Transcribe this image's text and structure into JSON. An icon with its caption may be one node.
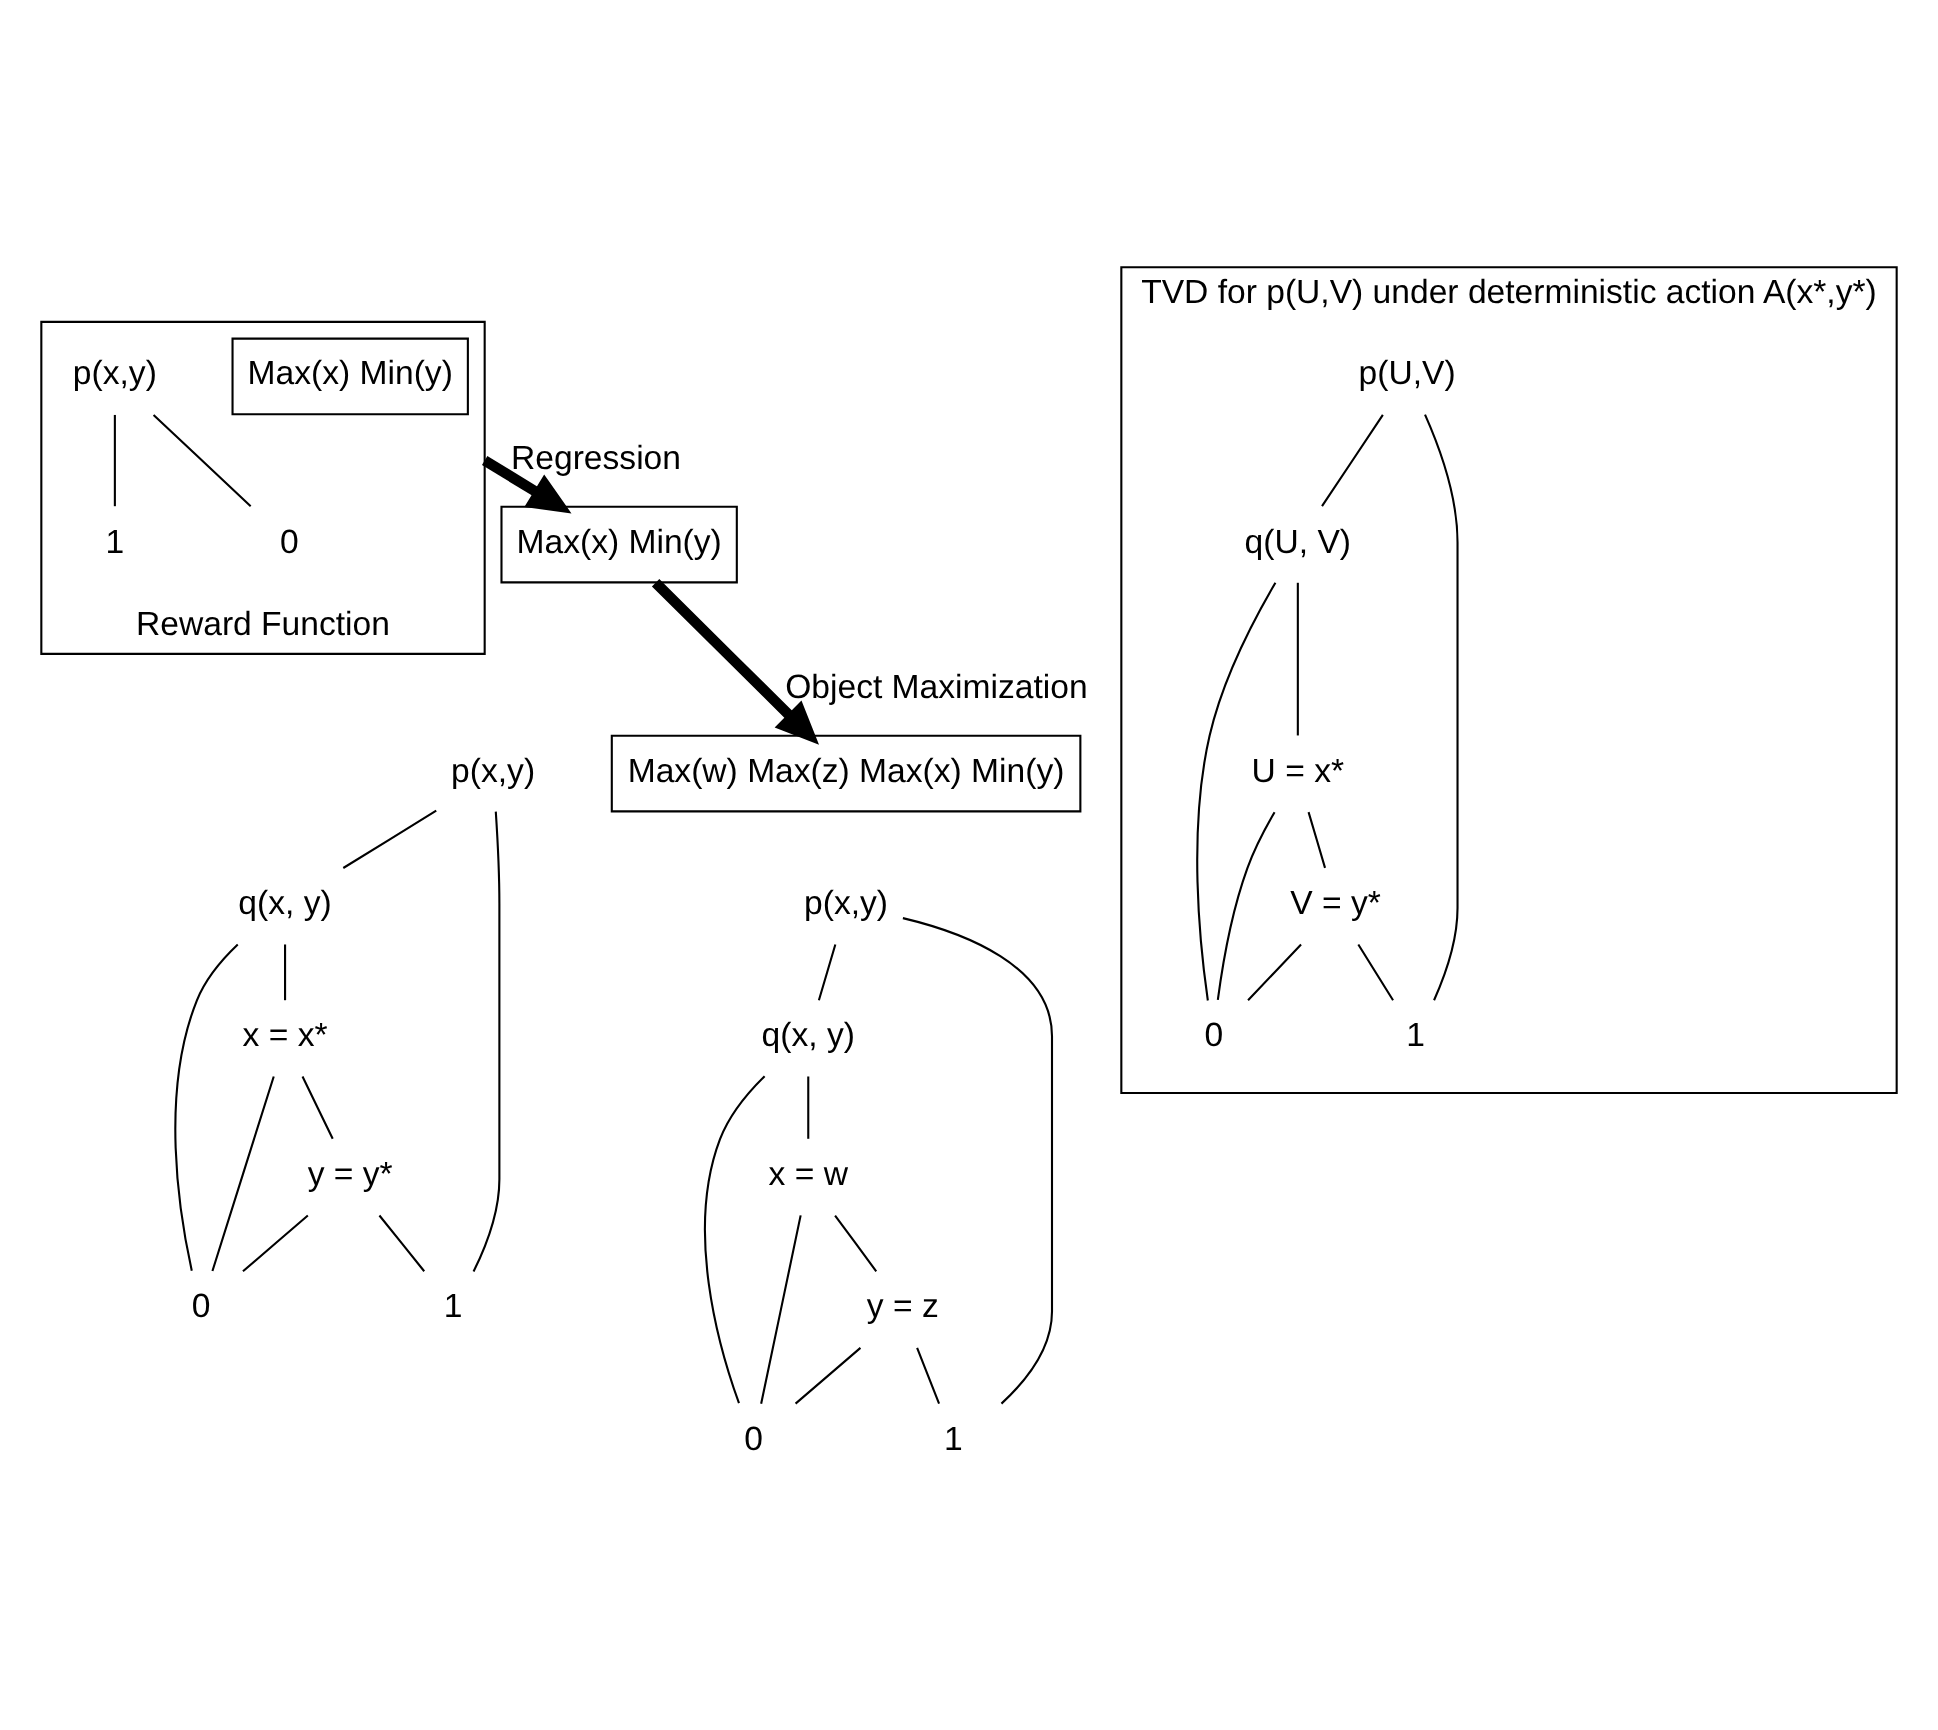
{
  "diagram": {
    "nodes": [
      {
        "text": [
          "Reward Function"
        ]
      },
      {
        "text": [
          "Max(x) Min(y)"
        ],
        "in": 0
      },
      {
        "text": [
          "p(x,y)"
        ],
        "in": 0
      },
      {
        "text": [
          "1"
        ],
        "in": 0
      },
      {
        "text": [
          "0"
        ],
        "in": 0
      },
      {
        "text": [
          "Max(x) Min(y)"
        ]
      },
      {
        "text": [
          "p(x,y)"
        ]
      },
      {
        "text": [
          "q(x, y)"
        ]
      },
      {
        "text": [
          "x = x*"
        ]
      },
      {
        "text": [
          "y = y*"
        ]
      },
      {
        "text": [
          "1"
        ]
      },
      {
        "text": [
          "0"
        ]
      },
      {
        "text": [
          "Max(w) Max(z) Max(x) Min(y)"
        ]
      },
      {
        "text": [
          "p(x,y)"
        ]
      },
      {
        "text": [
          "q(x, y)"
        ]
      },
      {
        "text": [
          "x = w"
        ]
      },
      {
        "text": [
          "y = z"
        ]
      },
      {
        "text": [
          "1"
        ]
      },
      {
        "text": [
          "0"
        ]
      },
      {
        "text": [
          "TVD for p(U,V) under deterministic action A(x*,y*)"
        ]
      },
      {
        "text": [
          "p(U,V)"
        ],
        "in": 19
      },
      {
        "text": [
          "q(U, V)"
        ],
        "in": 19
      },
      {
        "text": [
          "U = x*"
        ],
        "in": 19
      },
      {
        "text": [
          "V = y*"
        ],
        "in": 19
      },
      {
        "text": [
          "1"
        ],
        "in": 19
      },
      {
        "text": [
          "0"
        ],
        "in": 19
      }
    ],
    "edges": [
      {
        "from": 2,
        "to": 3,
        "arrow": "none"
      },
      {
        "from": 2,
        "to": 4,
        "arrow": "none"
      },
      {
        "from": 0,
        "to": 5,
        "arrow": "to",
        "label": "Regression",
        "style": "thick"
      },
      {
        "from": 6,
        "to": 7,
        "arrow": "none"
      },
      {
        "from": 6,
        "to": 10,
        "arrow": "none"
      },
      {
        "from": 7,
        "to": 8,
        "arrow": "none"
      },
      {
        "from": 7,
        "to": 11,
        "arrow": "none"
      },
      {
        "from": 8,
        "to": 9,
        "arrow": "none"
      },
      {
        "from": 8,
        "to": 11,
        "arrow": "none"
      },
      {
        "from": 9,
        "to": 10,
        "arrow": "none"
      },
      {
        "from": 9,
        "to": 11,
        "arrow": "none"
      },
      {
        "from": 5,
        "to": 12,
        "arrow": "to",
        "label": "Object Maximization",
        "style": "thick"
      },
      {
        "from": 13,
        "to": 14,
        "arrow": "none"
      },
      {
        "from": 13,
        "to": 17,
        "arrow": "none"
      },
      {
        "from": 14,
        "to": 15,
        "arrow": "none"
      },
      {
        "from": 14,
        "to": 18,
        "arrow": "none"
      },
      {
        "from": 15,
        "to": 16,
        "arrow": "none"
      },
      {
        "from": 15,
        "to": 18,
        "arrow": "none"
      },
      {
        "from": 16,
        "to": 17,
        "arrow": "none"
      },
      {
        "from": 16,
        "to": 18,
        "arrow": "none"
      },
      {
        "from": 20,
        "to": 21,
        "arrow": "none"
      },
      {
        "from": 20,
        "to": 24,
        "arrow": "none"
      },
      {
        "from": 21,
        "to": 22,
        "arrow": "none"
      },
      {
        "from": 21,
        "to": 25,
        "arrow": "none"
      },
      {
        "from": 22,
        "to": 23,
        "arrow": "none"
      },
      {
        "from": 22,
        "to": 25,
        "arrow": "none"
      },
      {
        "from": 23,
        "to": 24,
        "arrow": "none"
      },
      {
        "from": 23,
        "to": 25,
        "arrow": "none"
      }
    ]
  }
}
